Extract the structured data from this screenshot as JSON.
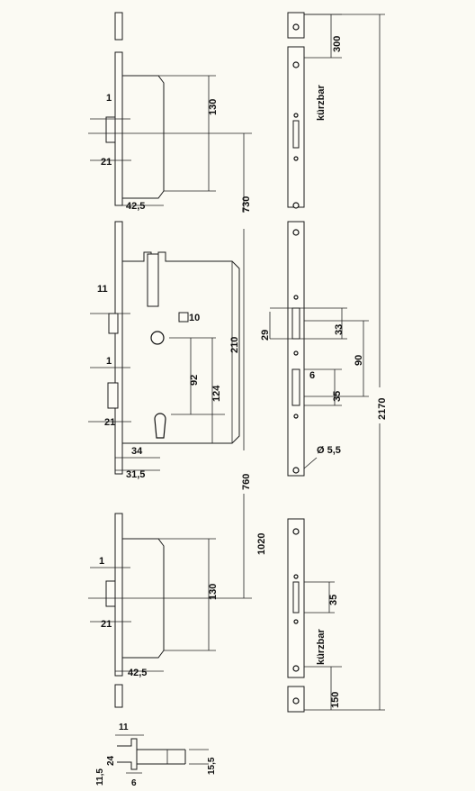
{
  "labels": {
    "d_1_top": "1",
    "d_21_top": "21",
    "d_42_5_top": "42,5",
    "d_130_top": "130",
    "d_730": "730",
    "d_11": "11",
    "d_10": "10",
    "d_1_mid": "1",
    "d_92": "92",
    "d_124": "124",
    "d_210": "210",
    "d_21_mid": "21",
    "d_34": "34",
    "d_31_5": "31,5",
    "d_760": "760",
    "d_1020": "1020",
    "d_1_bot": "1",
    "d_130_bot": "130",
    "d_21_bot": "21",
    "d_42_5_bot": "42,5",
    "d_300": "300",
    "kurzbar_top": "kürzbar",
    "d_29": "29",
    "d_33": "33",
    "d_90": "90",
    "d_6": "6",
    "d_35_mid": "35",
    "d_2170": "2170",
    "d_dia": "Ø 5,5",
    "d_35_bot": "35",
    "kurzbar_bot": "kürzbar",
    "d_150": "150",
    "s_11": "11",
    "s_24": "24",
    "s_11_5": "11,5",
    "s_6": "6",
    "s_15_5": "15,5"
  }
}
